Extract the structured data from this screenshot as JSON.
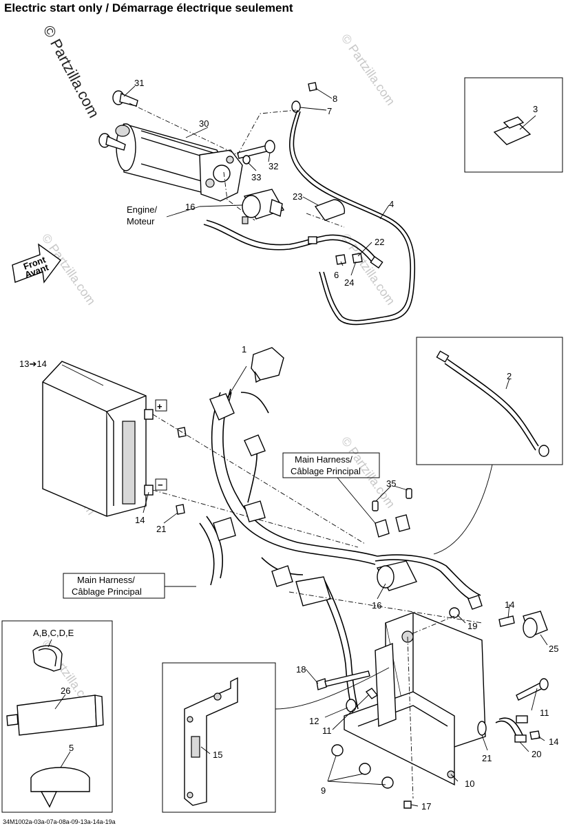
{
  "header": {
    "title": "Electric start only / Démarrage électrique seulement"
  },
  "footer": {
    "code": "34M1002a-03a-07a-08a-09-13a-14a-19a"
  },
  "watermark": {
    "main": "© Partzilla.com",
    "faint": "© Partzilla.com"
  },
  "labels": {
    "engine": "Engine/",
    "moteur": "Moteur",
    "front": "Front",
    "avant": "Avant",
    "harness1_l1": "Main Harness/",
    "harness1_l2": "Câblage Principal",
    "harness2_l1": "Main Harness/",
    "harness2_l2": "Câblage Principal",
    "plus": "+",
    "minus": "−"
  },
  "callouts": {
    "c31": "31",
    "c30": "30",
    "c8": "8",
    "c7": "7",
    "c33": "33",
    "c32": "32",
    "c3": "3",
    "c23": "23",
    "c16a": "16",
    "c4": "4",
    "c22": "22",
    "c6": "6",
    "c24": "24",
    "c1": "1",
    "c13": "13➔14",
    "c2": "2",
    "c35": "35",
    "c14a": "14",
    "c21a": "21",
    "c16b": "16",
    "c14b": "14",
    "c19": "19",
    "c25": "25",
    "c18": "18",
    "cabcde": "A,B,C,D,E",
    "c26": "26",
    "c5": "5",
    "c15": "15",
    "c12": "12",
    "c11a": "11",
    "c11b": "11",
    "c14c": "14",
    "c21b": "21",
    "c20": "20",
    "c9": "9",
    "c10": "10",
    "c17": "17"
  }
}
